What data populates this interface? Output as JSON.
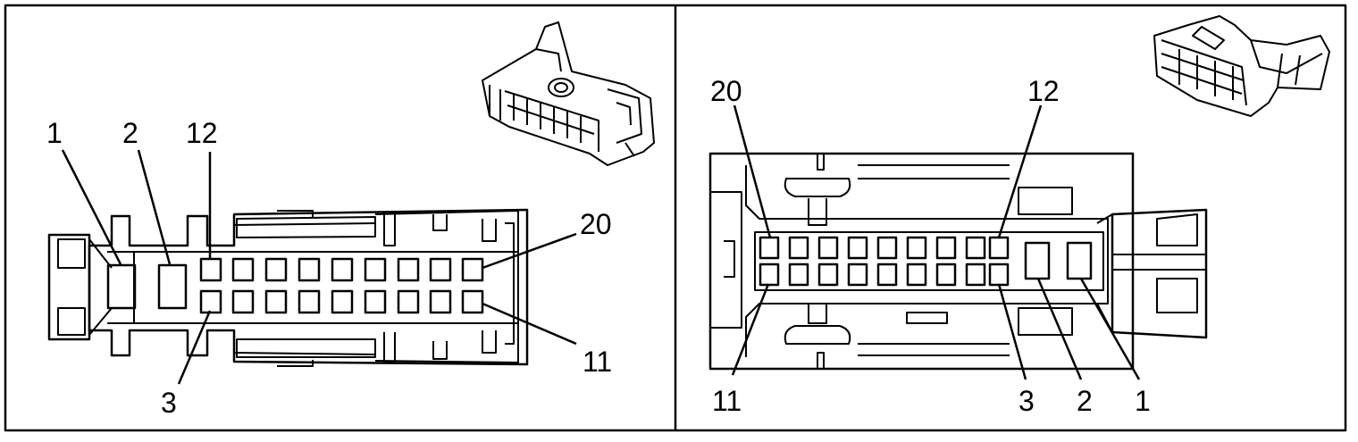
{
  "colors": {
    "line": "#000000",
    "background": "#ffffff"
  },
  "panels": [
    {
      "name": "left-connector-view",
      "callouts": {
        "pin_1": "1",
        "pin_2": "2",
        "pin_12": "12",
        "pin_20": "20",
        "pin_11": "11",
        "pin_3": "3"
      }
    },
    {
      "name": "right-connector-view",
      "callouts": {
        "pin_20": "20",
        "pin_12": "12",
        "pin_11": "11",
        "pin_3": "3",
        "pin_2": "2",
        "pin_1": "1"
      }
    }
  ],
  "icons": [
    "connector-iso-icon",
    "connector-iso-icon"
  ]
}
